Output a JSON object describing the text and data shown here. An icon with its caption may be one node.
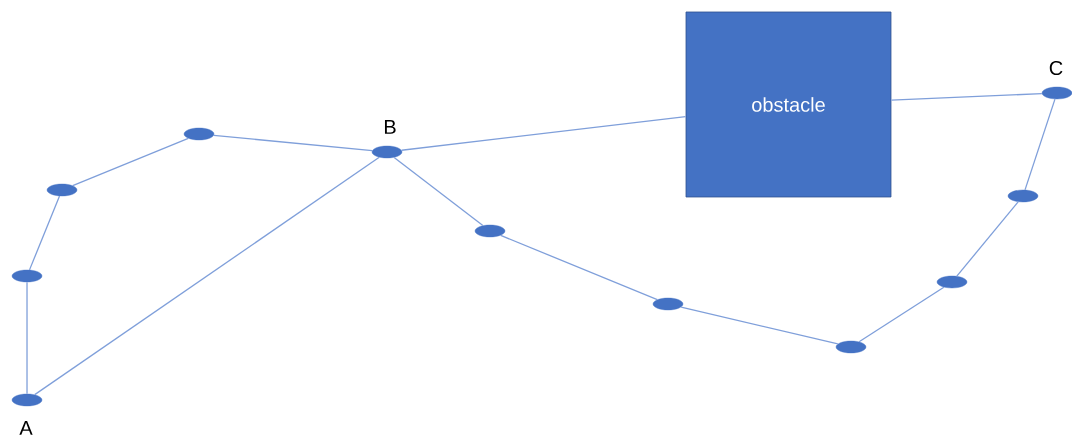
{
  "diagram": {
    "nodes": [
      {
        "text": [],
        "shape": "ellipse",
        "beside": [
          "A"
        ]
      },
      {
        "text": [],
        "shape": "ellipse"
      },
      {
        "text": [],
        "shape": "ellipse"
      },
      {
        "text": [],
        "shape": "ellipse"
      },
      {
        "text": [],
        "shape": "ellipse",
        "beside": [
          "B"
        ]
      },
      {
        "text": [],
        "shape": "ellipse"
      },
      {
        "text": [],
        "shape": "ellipse"
      },
      {
        "text": [],
        "shape": "ellipse"
      },
      {
        "text": [],
        "shape": "ellipse"
      },
      {
        "text": [],
        "shape": "ellipse"
      },
      {
        "text": [],
        "shape": "ellipse",
        "beside": [
          "C"
        ]
      },
      {
        "text": [
          "obstacle"
        ]
      }
    ],
    "edges": [
      {
        "from": 0,
        "to": 1,
        "arrow": "none"
      },
      {
        "from": 1,
        "to": 2,
        "arrow": "none"
      },
      {
        "from": 2,
        "to": 3,
        "arrow": "none"
      },
      {
        "from": 3,
        "to": 4,
        "arrow": "none"
      },
      {
        "from": 0,
        "to": 4,
        "arrow": "none"
      },
      {
        "from": 4,
        "to": 5,
        "arrow": "none"
      },
      {
        "from": 5,
        "to": 6,
        "arrow": "none"
      },
      {
        "from": 6,
        "to": 7,
        "arrow": "none"
      },
      {
        "from": 7,
        "to": 8,
        "arrow": "none"
      },
      {
        "from": 8,
        "to": 9,
        "arrow": "none"
      },
      {
        "from": 9,
        "to": 10,
        "arrow": "none"
      },
      {
        "from": 4,
        "to": 11,
        "arrow": "none"
      },
      {
        "from": 11,
        "to": 10,
        "arrow": "none"
      }
    ]
  }
}
